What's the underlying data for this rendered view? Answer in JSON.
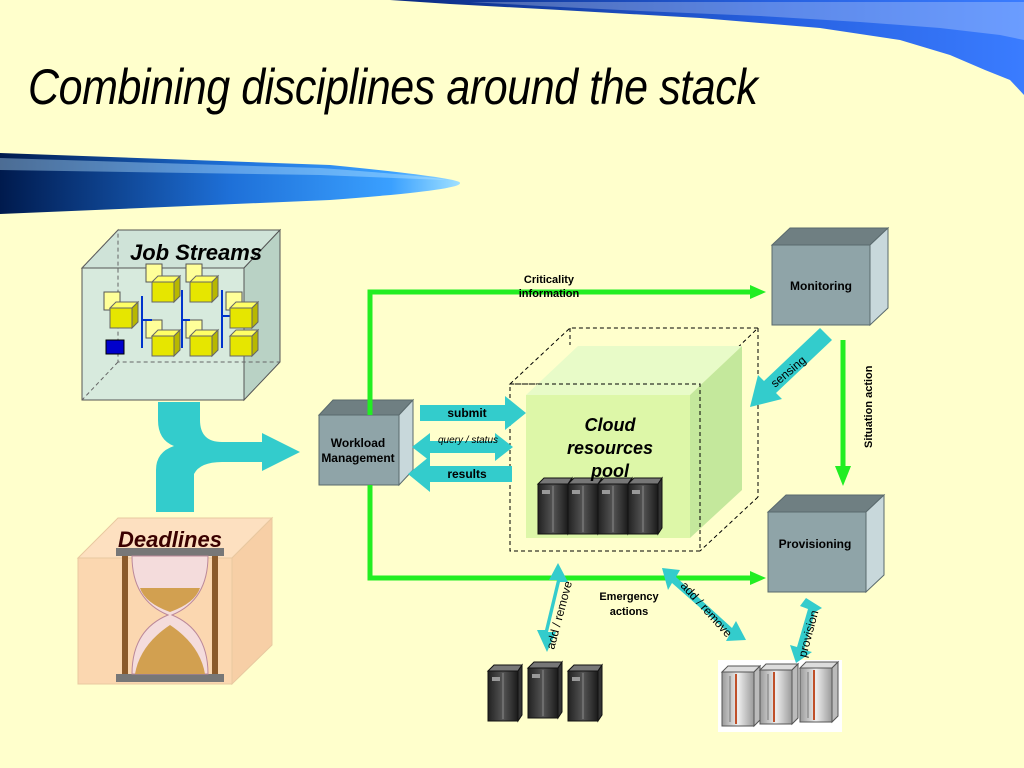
{
  "slide": {
    "title": "Combining disciplines around the stack"
  },
  "labels": {
    "job_streams": "Job Streams",
    "deadlines": "Deadlines",
    "workload_management": "Workload Management",
    "cloud_pool": "Cloud resources pool",
    "monitoring": "Monitoring",
    "provisioning": "Provisioning",
    "criticality_information": "Criticality information",
    "submit": "submit",
    "query_status": "query / status",
    "results": "results",
    "sensing": "sensing",
    "situation_action": "Situation action",
    "emergency_actions": "Emergency actions",
    "add_remove": "add / remove",
    "provision": "provision"
  },
  "colors": {
    "background": "#ffffcc",
    "green_arrow": "#22ee22",
    "cyan_arrow": "#33cccc",
    "gray_box": "#8fa4a8",
    "cloud_green": "#ddf7a8",
    "hourglass_box": "#fbd7b0",
    "blue_bar": "#1561c0",
    "job_box": "#d7eadd"
  },
  "icons": {
    "server": "server-rack-icon",
    "hourglass": "hourglass-icon",
    "job_cube": "cube-icon"
  }
}
